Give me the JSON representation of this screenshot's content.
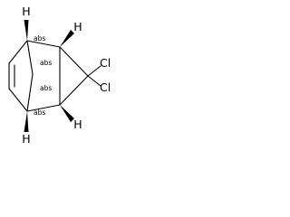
{
  "diagram_type": "chemical-structure",
  "atoms": {
    "h_top_left": "H",
    "h_top_right": "H",
    "h_bottom_left": "H",
    "h_bottom_right": "H",
    "cl_upper": "Cl",
    "cl_lower": "Cl"
  },
  "stereo_labels": {
    "top_bridgehead": "abs",
    "top_cyclopropane": "abs",
    "bottom_cyclopropane": "abs",
    "bottom_bridgehead": "abs"
  },
  "colors": {
    "ink": "#000000",
    "background": "#ffffff"
  }
}
